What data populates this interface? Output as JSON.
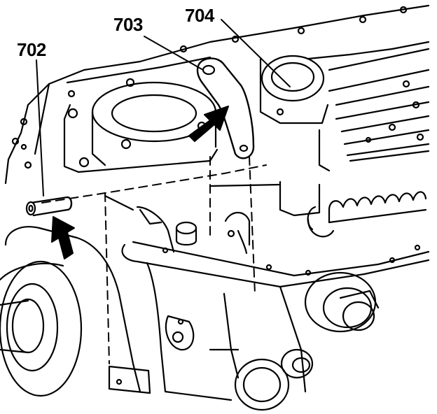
{
  "callouts": {
    "c702": "702",
    "c703": "703",
    "c704": "704"
  },
  "colors": {
    "ink": "#000000",
    "paper": "#ffffff"
  },
  "icons": [
    "arrow-up-right-icon",
    "arrow-up-right-icon"
  ]
}
